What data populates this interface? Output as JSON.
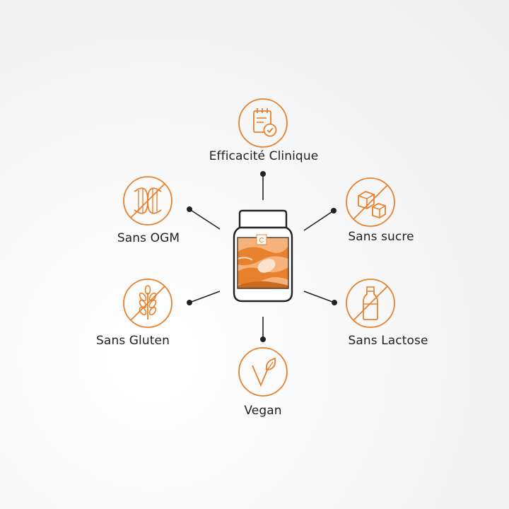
{
  "colors": {
    "accent": "#E8812E",
    "text": "#1f1f1f",
    "line": "#222222"
  },
  "product": {
    "jar_letter": "C"
  },
  "features": [
    {
      "id": "clinical",
      "label": "Efficacité Clinique",
      "icon": "clipboard-check-icon"
    },
    {
      "id": "no-gmo",
      "label": "Sans OGM",
      "icon": "dna-crossed-icon"
    },
    {
      "id": "no-sugar",
      "label": "Sans sucre",
      "icon": "sugar-cubes-crossed-icon"
    },
    {
      "id": "no-gluten",
      "label": "Sans Gluten",
      "icon": "wheat-crossed-icon"
    },
    {
      "id": "no-lactose",
      "label": "Sans Lactose",
      "icon": "milk-bottle-crossed-icon"
    },
    {
      "id": "vegan",
      "label": "Vegan",
      "icon": "leaf-v-icon"
    }
  ]
}
